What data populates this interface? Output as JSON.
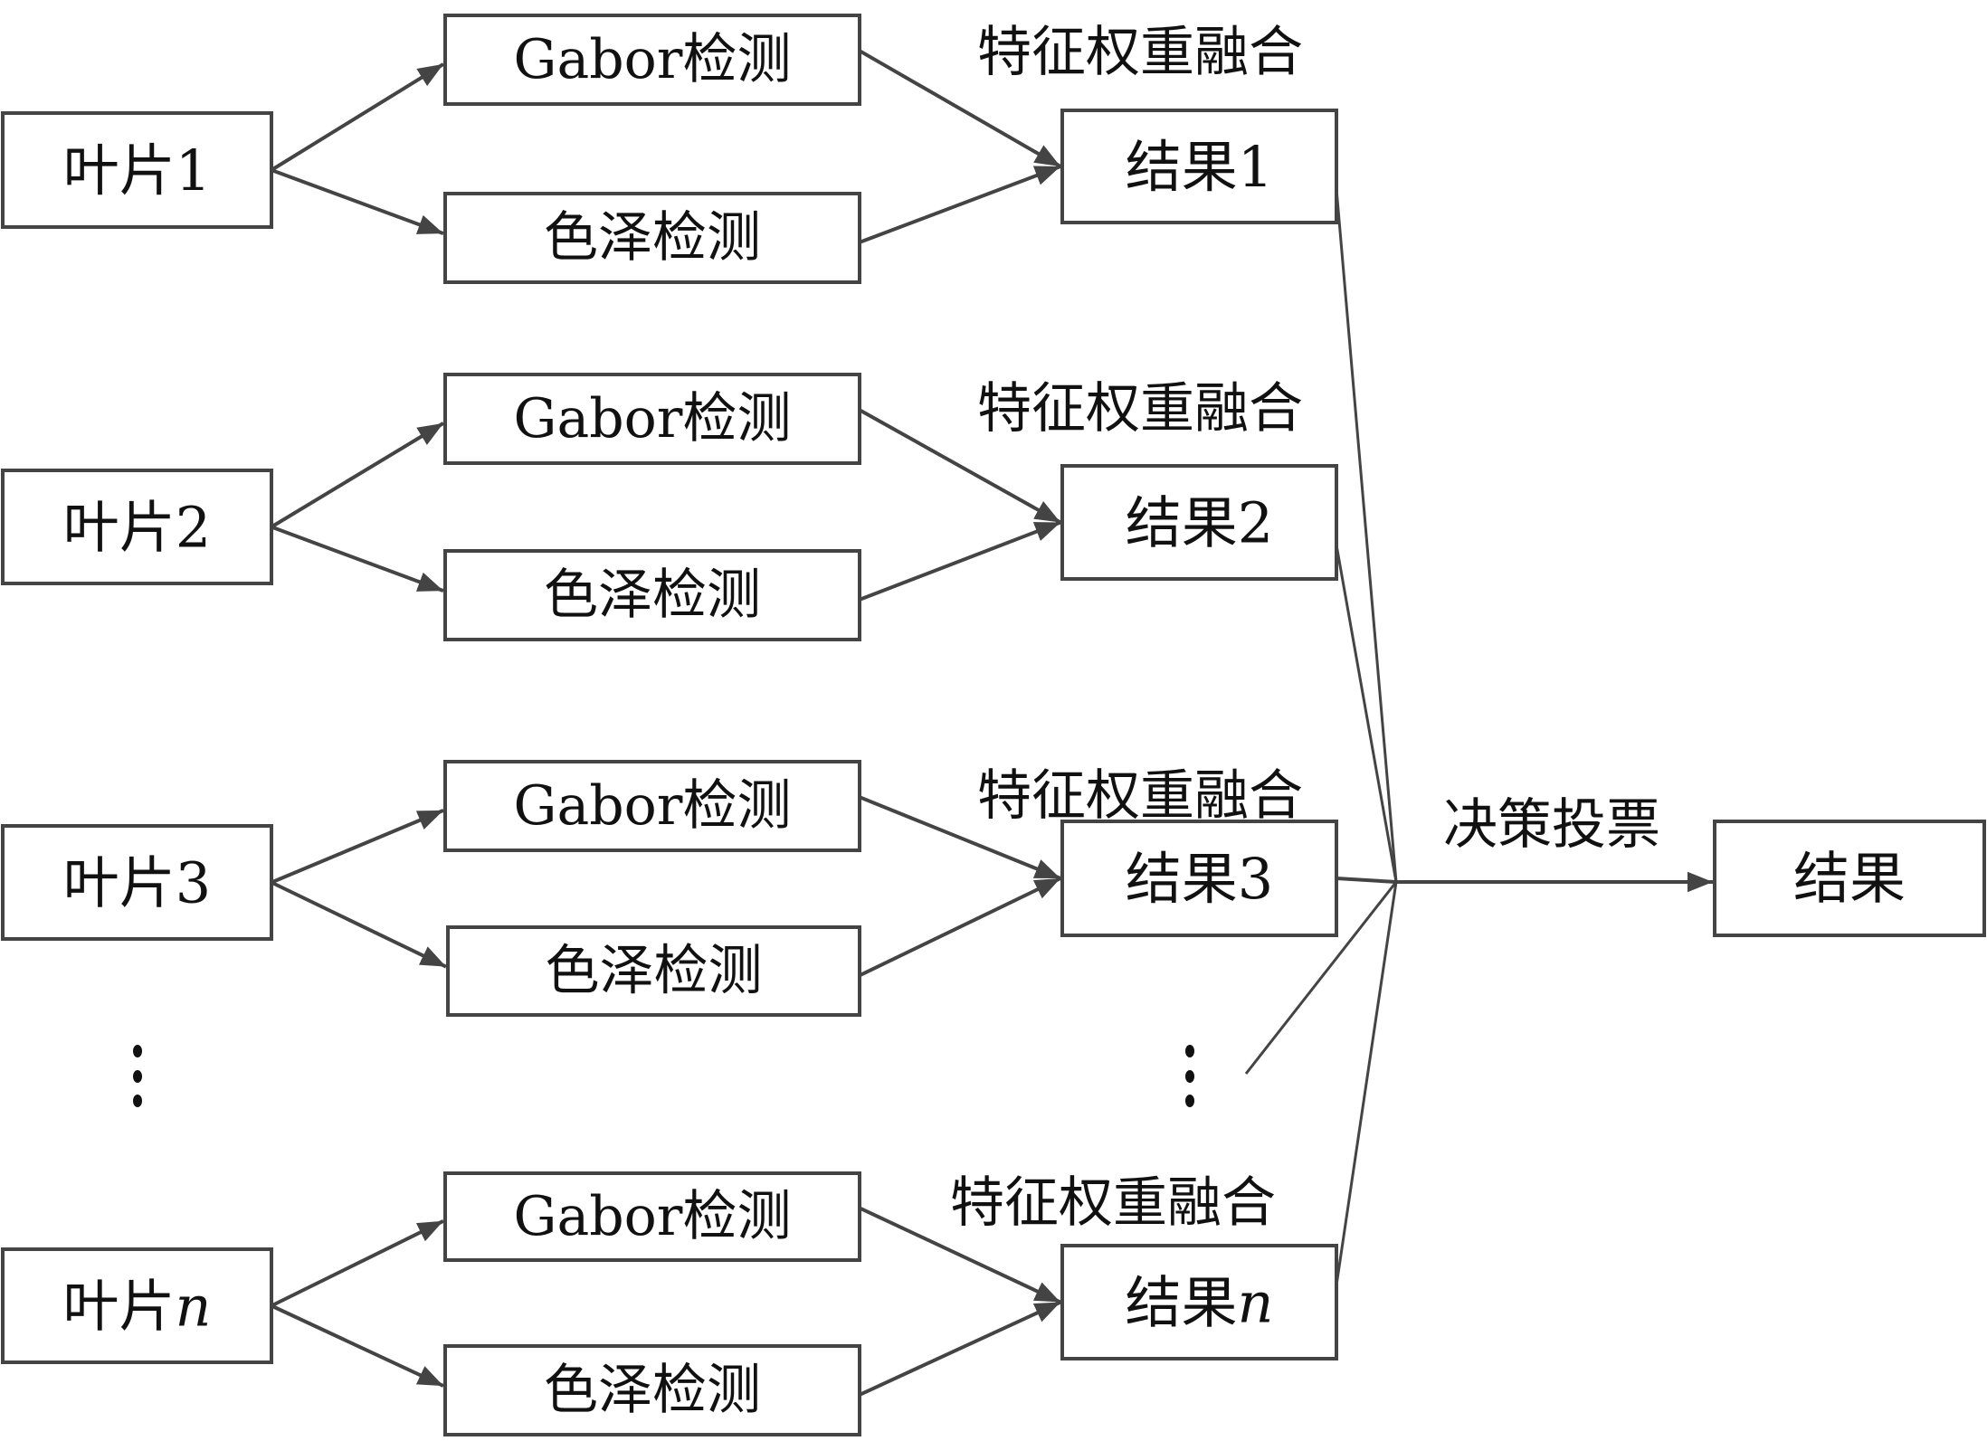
{
  "diagram": {
    "leaves": [
      {
        "prefix": "叶片",
        "index": "1",
        "italic": false
      },
      {
        "prefix": "叶片",
        "index": "2",
        "italic": false
      },
      {
        "prefix": "叶片",
        "index": "3",
        "italic": false
      },
      {
        "prefix": "叶片",
        "index": "n",
        "italic": true
      }
    ],
    "gabor_label": "Gabor检测",
    "color_label": "色泽检测",
    "fusion_label": "特征权重融合",
    "results": [
      {
        "prefix": "结果",
        "index": "1",
        "italic": false
      },
      {
        "prefix": "结果",
        "index": "2",
        "italic": false
      },
      {
        "prefix": "结果",
        "index": "3",
        "italic": false
      },
      {
        "prefix": "结果",
        "index": "n",
        "italic": true
      }
    ],
    "vote_label": "决策投票",
    "final_label": "结果",
    "ellipsis": "⋮",
    "colors": {
      "stroke": "#444444",
      "text": "#111111",
      "background": "#ffffff"
    }
  }
}
